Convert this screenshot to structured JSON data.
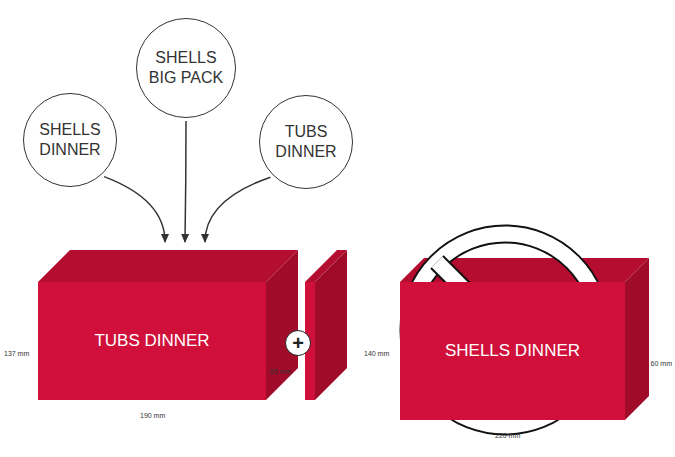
{
  "diagram": {
    "nodes": [
      {
        "text": [
          "SHELLS DINNER"
        ]
      },
      {
        "text": [
          "SHELLS BIG PACK"
        ]
      },
      {
        "text": [
          "TUBS DINNER"
        ]
      },
      {
        "text": [
          "TUBS DINNER"
        ]
      },
      {
        "text": [
          "+"
        ]
      },
      {
        "text": [
          "SHELLS DINNER"
        ]
      }
    ],
    "edges": [
      {
        "from": 0,
        "to": 3,
        "arrow": "to"
      },
      {
        "from": 1,
        "to": 3,
        "arrow": "to"
      },
      {
        "from": 2,
        "to": 3,
        "arrow": "to"
      }
    ],
    "labels": [
      "137 mm",
      "190 mm",
      "65 mm",
      "140 mm",
      "220 mm",
      "60 mm"
    ]
  }
}
